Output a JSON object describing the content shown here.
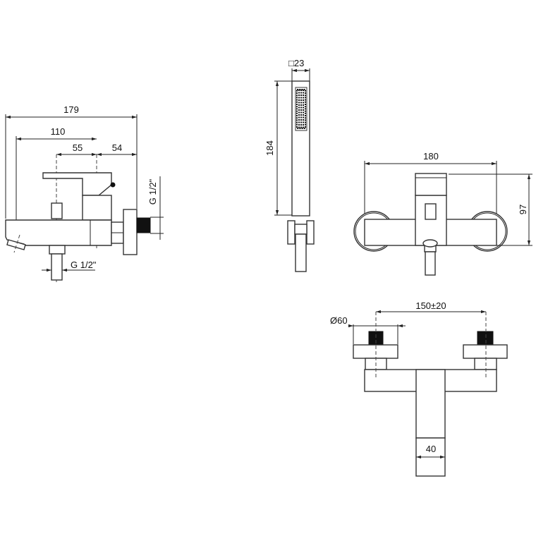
{
  "side_view": {
    "overall_width": "179",
    "spout_reach": "110",
    "axis_left": "55",
    "axis_right": "54",
    "wall_thread": "G 1/2\"",
    "outlet_thread": "G 1/2\""
  },
  "hand_shower": {
    "section": "□23",
    "length": "184"
  },
  "front_view": {
    "width": "180",
    "height": "97"
  },
  "top_view": {
    "center_distance": "150±20",
    "rosette_diameter": "Ø60",
    "body_width": "40"
  }
}
